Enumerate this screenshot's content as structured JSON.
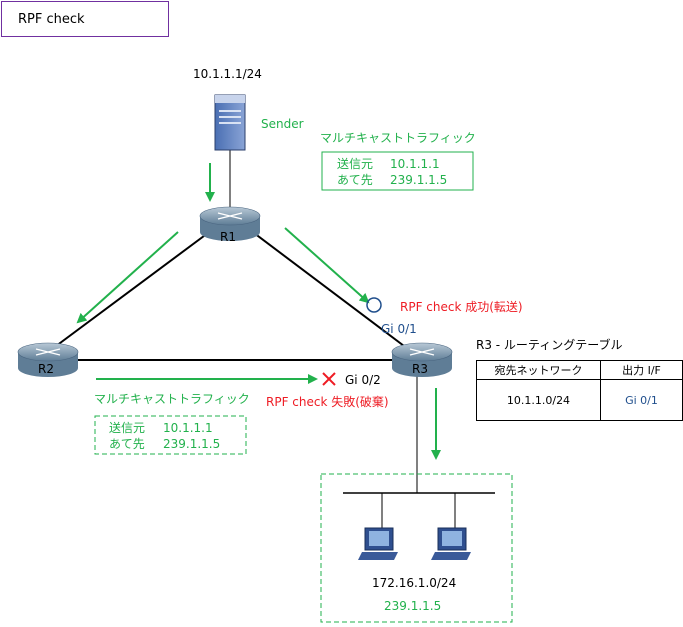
{
  "title": "RPF check",
  "sender": {
    "ip": "10.1.1.1/24",
    "label": "Sender"
  },
  "flow_top": {
    "label": "マルチキャストトラフィック",
    "src_label": "送信元",
    "src_value": "10.1.1.1",
    "dst_label": "あて先",
    "dst_value": "239.1.1.5"
  },
  "flow_bottom": {
    "label": "マルチキャストトラフィック",
    "src_label": "送信元",
    "src_value": "10.1.1.1",
    "dst_label": "あて先",
    "dst_value": "239.1.1.5"
  },
  "routers": {
    "r1": "R1",
    "r2": "R2",
    "r3": "R3"
  },
  "interfaces": {
    "gi01": "Gi 0/1",
    "gi02": "Gi 0/2"
  },
  "rpf_success": "RPF check 成功(転送)",
  "rpf_fail": "RPF check 失敗(破棄)",
  "receivers": {
    "subnet": "172.16.1.0/24",
    "group": "239.1.1.5"
  },
  "routing_table": {
    "title": "R3 - ルーティングテーブル",
    "col_dest": "宛先ネットワーク",
    "col_if": "出力 I/F",
    "row_dest": "10.1.1.0/24",
    "row_if": "Gi 0/1"
  },
  "colors": {
    "green": "#22b14c",
    "red": "#ee1c24",
    "blue": "#1f4e8c",
    "purple": "#7030a0"
  }
}
